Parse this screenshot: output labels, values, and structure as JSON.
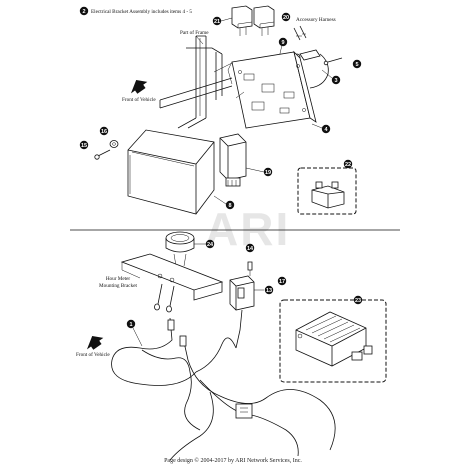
{
  "header_note": {
    "callout": "2",
    "text": "Electrical Bracket Assembly includes items 4 - 5"
  },
  "labels": {
    "part_of_frame": "Part of Frame",
    "accessory_harness": "Accessory Harness",
    "front_of_vehicle_top": "Front of Vehicle",
    "hour_meter_bracket_line1": "Hour Meter",
    "hour_meter_bracket_line2": "Mounting Bracket",
    "front_of_vehicle_bottom": "Front of Vehicle"
  },
  "callouts": {
    "c21": "21",
    "c20": "20",
    "c9": "9",
    "c5": "5",
    "c3": "3",
    "c4": "4",
    "c16": "16",
    "c15": "15",
    "c19": "19",
    "c8": "8",
    "c22": "22",
    "c24": "24",
    "c14": "14",
    "c17": "17",
    "c13": "13",
    "c23": "23",
    "c1": "1"
  },
  "watermark": "ARI",
  "footer": "Page design © 2004-2017 by ARI Network Services, Inc."
}
